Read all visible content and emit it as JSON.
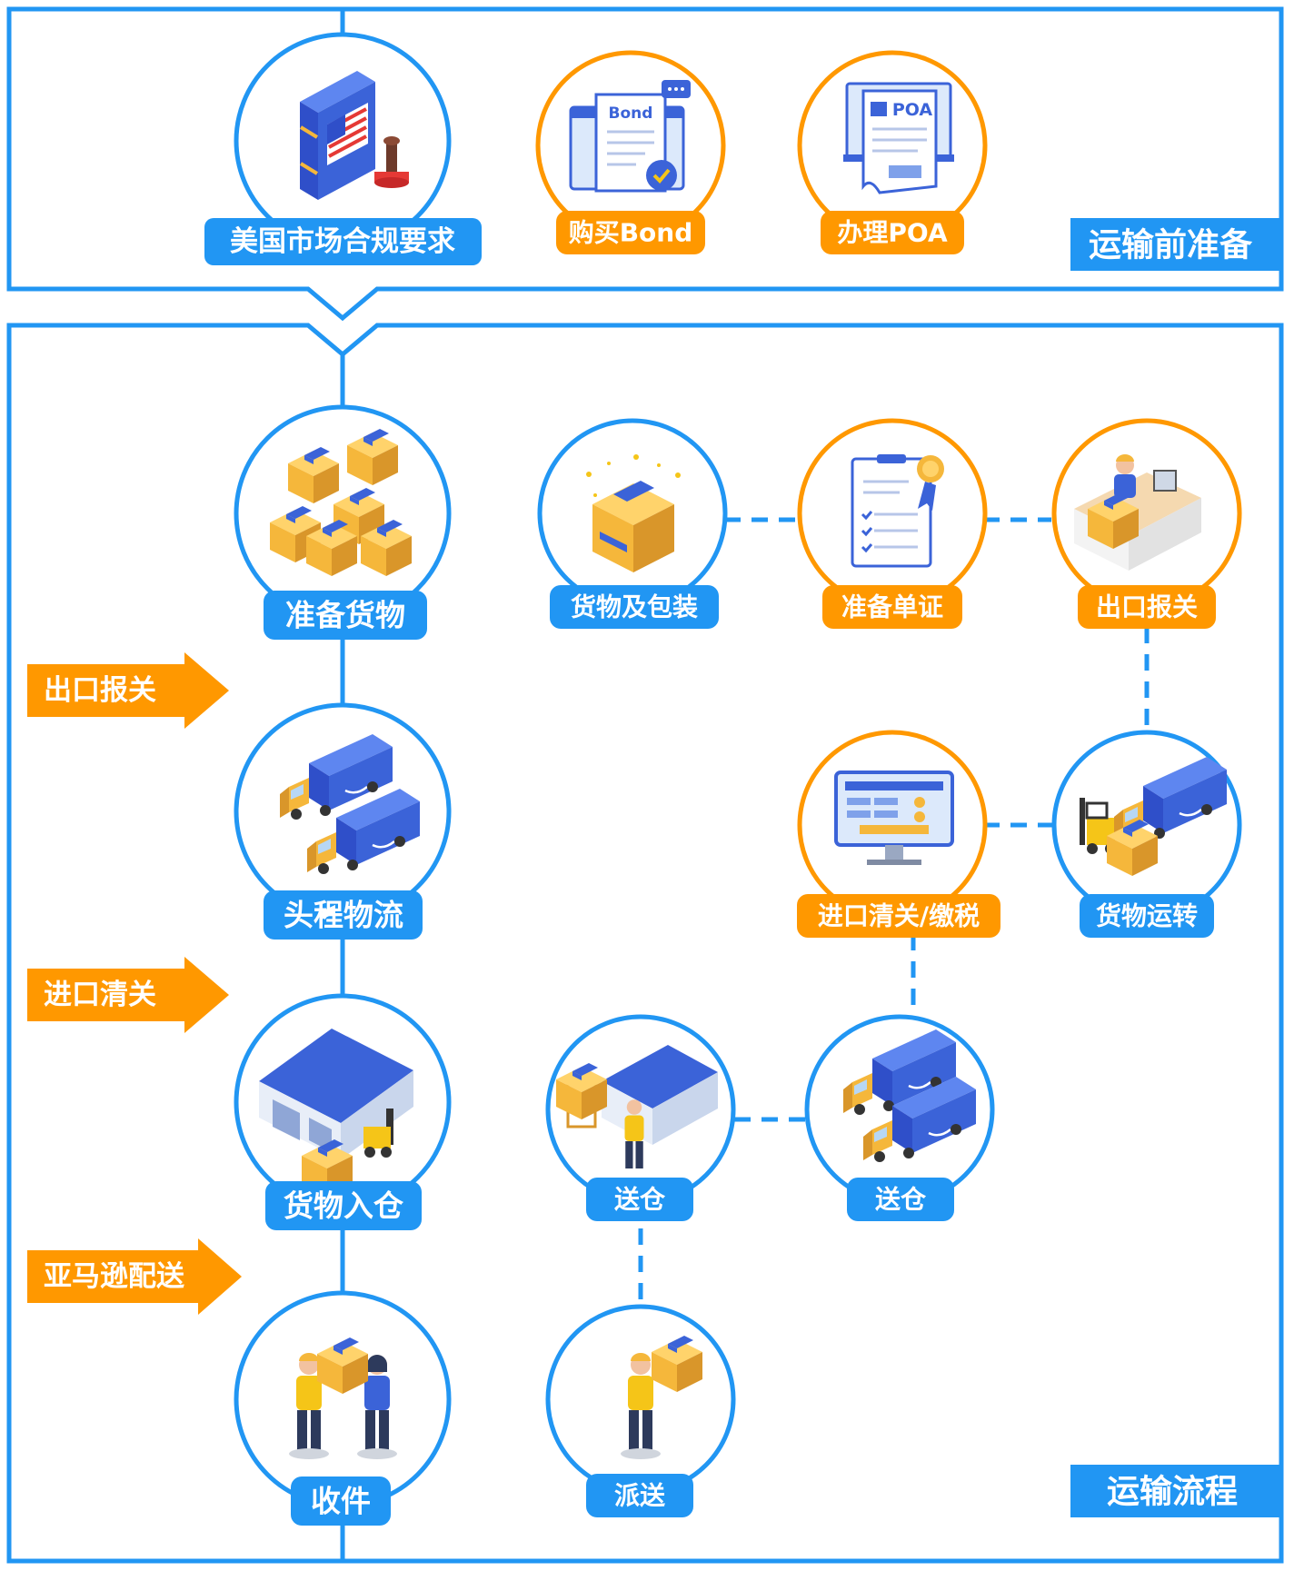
{
  "colors": {
    "blue": "#2196F3",
    "orange": "#FF9800",
    "navy": "#2F4FC9",
    "box": "#F5B73B",
    "box_dark": "#D9962A"
  },
  "sections": {
    "prep_title": "运输前准备",
    "flow_title": "运输流程"
  },
  "prep_nodes": [
    {
      "label": "美国市场合规要求",
      "icon": "compliance-book-stamp-icon"
    },
    {
      "label": "购买Bond",
      "icon": "bond-document-icon"
    },
    {
      "label": "办理POA",
      "icon": "poa-document-icon"
    }
  ],
  "main_flow": [
    {
      "label": "准备货物",
      "icon": "boxes-stack-icon"
    },
    {
      "label": "头程物流",
      "icon": "trucks-icon"
    },
    {
      "label": "货物入仓",
      "icon": "warehouse-icon"
    },
    {
      "label": "收件",
      "icon": "handover-people-icon"
    }
  ],
  "side_arrows": [
    {
      "label": "出口报关"
    },
    {
      "label": "进口清关"
    },
    {
      "label": "亚马逊配送"
    }
  ],
  "sub_nodes": [
    {
      "label": "货物及包装",
      "icon": "package-icon"
    },
    {
      "label": "准备单证",
      "icon": "certificate-icon"
    },
    {
      "label": "出口报关",
      "icon": "customs-counter-icon"
    },
    {
      "label": "货物运转",
      "icon": "forklift-truck-icon"
    },
    {
      "label": "进口清关/缴税",
      "icon": "monitor-form-icon"
    },
    {
      "label": "送仓",
      "icon": "truck-delivery-icon"
    },
    {
      "label": "送仓",
      "icon": "warehouse-worker-icon"
    },
    {
      "label": "派送",
      "icon": "courier-icon"
    }
  ]
}
